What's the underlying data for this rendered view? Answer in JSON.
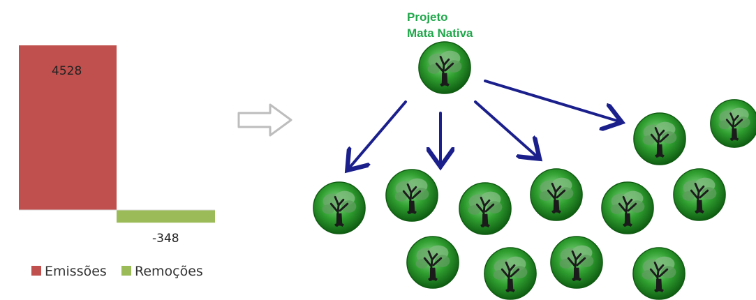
{
  "chart_data": {
    "type": "bar",
    "series": [
      {
        "name": "Emissões",
        "value": 4528,
        "label": "4528",
        "color": "#c0504d"
      },
      {
        "name": "Remoções",
        "value": -348,
        "label": "-348",
        "color": "#9bbb59"
      }
    ]
  },
  "legend": {
    "items": [
      {
        "label": "Emissões",
        "color": "#c0504d"
      },
      {
        "label": "Remoções",
        "color": "#9bbb59"
      }
    ]
  },
  "project": {
    "line1": "Projeto",
    "line2": "Mata Nativa",
    "color": "#1fa64a"
  },
  "diagram": {
    "arrow_color": "#1a1f8c",
    "tree_icon": "tree-in-green-circle-icon",
    "transition_icon": "outline-right-arrow-icon"
  }
}
